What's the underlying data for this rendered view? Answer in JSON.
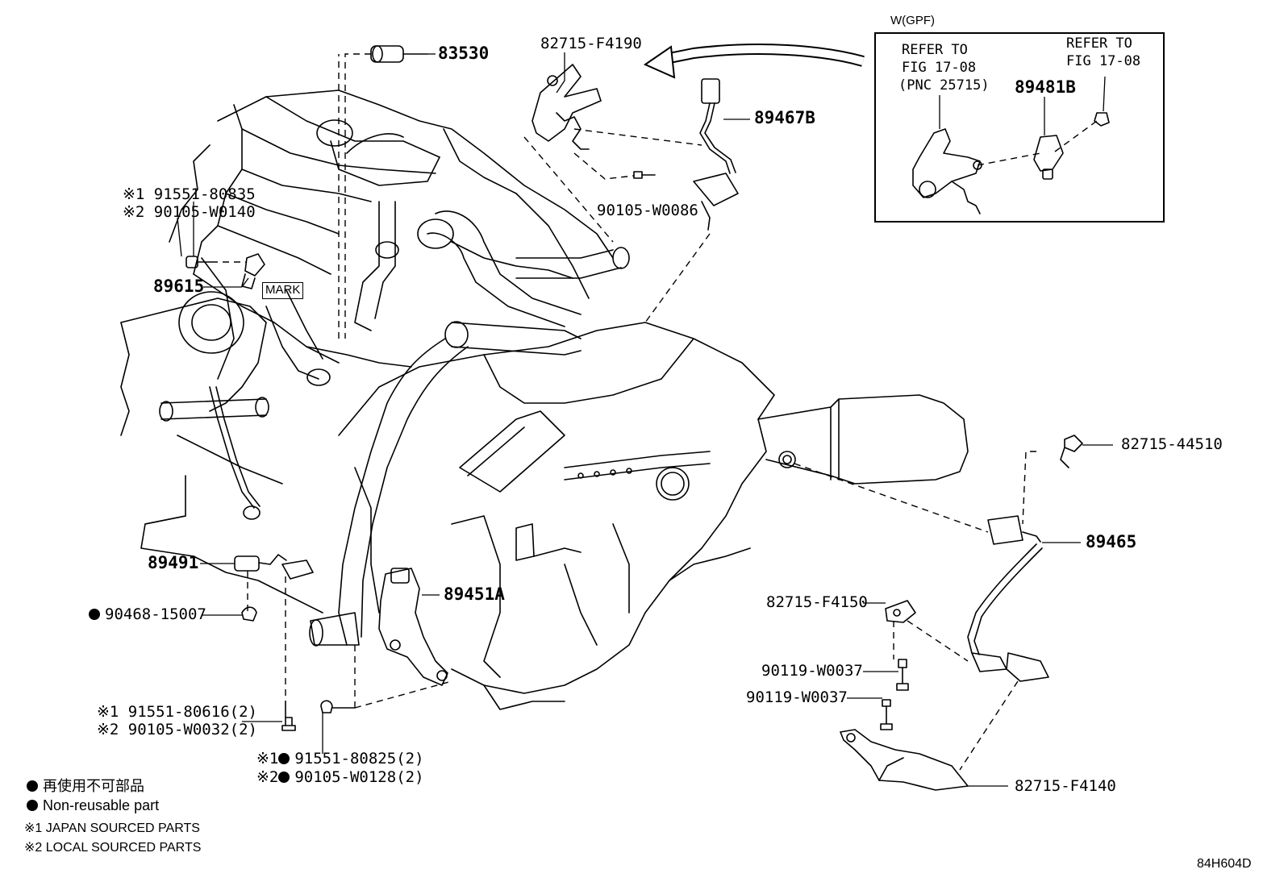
{
  "inset": {
    "title": "W(GPF)",
    "left_ref_line1": "REFER TO",
    "left_ref_line2": "FIG 17-08",
    "left_ref_line3": "(PNC 25715)",
    "right_ref_line1": "REFER TO",
    "right_ref_line2": "FIG 17-08",
    "part": "89481B"
  },
  "parts": {
    "p83530": "83530",
    "p82715_F4190": "82715-F4190",
    "p89467B": "89467B",
    "p90105_W0086": "90105-W0086",
    "n1_91551_80835": "※1 91551-80835",
    "n2_90105_W0140": "※2 90105-W0140",
    "p89615": "89615",
    "mark": "MARK",
    "p82715_44510": "82715-44510",
    "p89465": "89465",
    "p89491": "89491",
    "p90468_15007": "90468-15007",
    "p89451A": "89451A",
    "p82715_F4150": "82715-F4150",
    "p90119_W0037_a": "90119-W0037",
    "p90119_W0037_b": "90119-W0037",
    "n1_91551_80616": "※1 91551-80616(2)",
    "n2_90105_W0032": "※2 90105-W0032(2)",
    "n1_91551_80825_prefix": "※1",
    "n1_91551_80825": "91551-80825(2)",
    "n2_90105_W0128_prefix": "※2",
    "n2_90105_W0128": "90105-W0128(2)",
    "p82715_F4140": "82715-F4140"
  },
  "legend": {
    "non_reusable_jp": "再使用不可部品",
    "non_reusable_en": "Non-reusable part",
    "japan_sourced": "※1 JAPAN SOURCED PARTS",
    "local_sourced": "※2 LOCAL SOURCED PARTS"
  },
  "figure_id": "84H604D"
}
